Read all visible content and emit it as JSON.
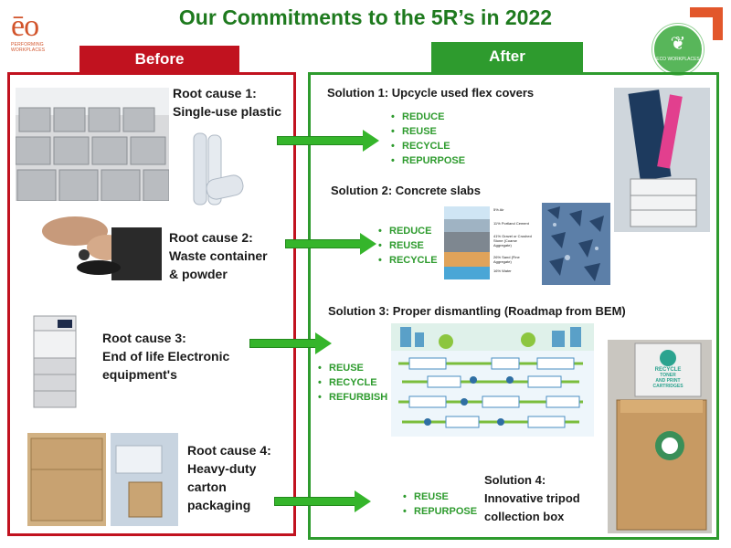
{
  "logo": {
    "mark": "ēo",
    "tagline": "PERFORMING WORKPLACES"
  },
  "title": "Our Commitments to the 5R’s in 2022",
  "eco_badge": {
    "text": "ECO WORKPLACES"
  },
  "before": {
    "header": "Before",
    "causes": [
      {
        "title": "Root cause 1:",
        "lines": [
          "Single-use plastic"
        ]
      },
      {
        "title": "Root cause 2:",
        "lines": [
          "Waste container",
          "& powder"
        ]
      },
      {
        "title": "Root cause 3:",
        "lines": [
          "End of life Electronic",
          "equipment's"
        ]
      },
      {
        "title": "Root cause 4:",
        "lines": [
          "Heavy-duty",
          "carton",
          "packaging"
        ]
      }
    ]
  },
  "after": {
    "header": "After",
    "solutions": [
      {
        "title": "Solution  1: Upcycle used flex covers",
        "items": [
          "REDUCE",
          "REUSE",
          "RECYCLE",
          "REPURPOSE"
        ]
      },
      {
        "title": "Solution  2: Concrete slabs",
        "items": [
          "REDUCE",
          "REUSE",
          "RECYCLE"
        ]
      },
      {
        "title": "Solution  3: Proper dismantling  (Roadmap from BEM)",
        "items": [
          "REUSE",
          "RECYCLE",
          "REFURBISH"
        ]
      },
      {
        "title": "Solution  4:",
        "lines": [
          "Innovative tripod",
          "collection box"
        ],
        "items": [
          "REUSE",
          "REPURPOSE"
        ]
      }
    ]
  },
  "concrete_diagram": {
    "labels": [
      "5% Air",
      "11% Portland Cement",
      "41% Gravel or Crushed Stone (Coarse Aggregate)",
      "26% Sand (Fine Aggregate)",
      "16% Water"
    ]
  },
  "recycle_box": {
    "lines": [
      "RECYCLE",
      "TONER",
      "AND PRINT",
      "CARTRIDGES"
    ]
  },
  "colors": {
    "red": "#c1121f",
    "green": "#2e9b2e",
    "title_green": "#1e7a1e",
    "brand_orange": "#e2572b"
  }
}
